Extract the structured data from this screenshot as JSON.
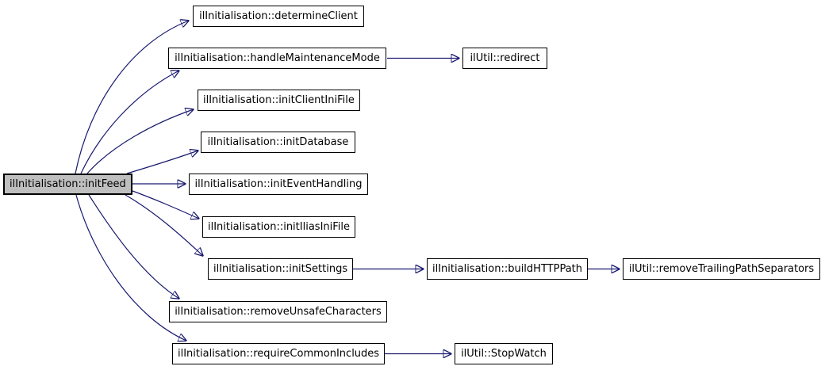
{
  "diagram": {
    "type": "call-graph",
    "root_function": "ilInitialisation::initFeed",
    "colors": {
      "edge": "#191970",
      "node_fill": "#ffffff",
      "node_border": "#000000",
      "root_node_fill": "#bfbfbf",
      "text": "#000000",
      "background": "#ffffff"
    },
    "nodes": [
      {
        "id": "initFeed",
        "label": "ilInitialisation::initFeed",
        "role": "root"
      },
      {
        "id": "determineClient",
        "label": "ilInitialisation::determineClient"
      },
      {
        "id": "handleMaintenanceMode",
        "label": "ilInitialisation::handleMaintenanceMode"
      },
      {
        "id": "redirect",
        "label": "ilUtil::redirect"
      },
      {
        "id": "initClientIniFile",
        "label": "ilInitialisation::initClientIniFile"
      },
      {
        "id": "initDatabase",
        "label": "ilInitialisation::initDatabase"
      },
      {
        "id": "initEventHandling",
        "label": "ilInitialisation::initEventHandling"
      },
      {
        "id": "initIliasIniFile",
        "label": "ilInitialisation::initIliasIniFile"
      },
      {
        "id": "initSettings",
        "label": "ilInitialisation::initSettings"
      },
      {
        "id": "buildHTTPPath",
        "label": "ilInitialisation::buildHTTPPath"
      },
      {
        "id": "removeTrailingPathSeparators",
        "label": "ilUtil::removeTrailingPathSeparators"
      },
      {
        "id": "removeUnsafeCharacters",
        "label": "ilInitialisation::removeUnsafeCharacters"
      },
      {
        "id": "requireCommonIncludes",
        "label": "ilInitialisation::requireCommonIncludes"
      },
      {
        "id": "StopWatch",
        "label": "ilUtil::StopWatch"
      }
    ],
    "edges": [
      {
        "from": "initFeed",
        "to": "determineClient"
      },
      {
        "from": "initFeed",
        "to": "handleMaintenanceMode"
      },
      {
        "from": "initFeed",
        "to": "initClientIniFile"
      },
      {
        "from": "initFeed",
        "to": "initDatabase"
      },
      {
        "from": "initFeed",
        "to": "initEventHandling"
      },
      {
        "from": "initFeed",
        "to": "initIliasIniFile"
      },
      {
        "from": "initFeed",
        "to": "initSettings"
      },
      {
        "from": "initFeed",
        "to": "removeUnsafeCharacters"
      },
      {
        "from": "initFeed",
        "to": "requireCommonIncludes"
      },
      {
        "from": "handleMaintenanceMode",
        "to": "redirect"
      },
      {
        "from": "initSettings",
        "to": "buildHTTPPath"
      },
      {
        "from": "buildHTTPPath",
        "to": "removeTrailingPathSeparators"
      },
      {
        "from": "requireCommonIncludes",
        "to": "StopWatch"
      }
    ]
  }
}
